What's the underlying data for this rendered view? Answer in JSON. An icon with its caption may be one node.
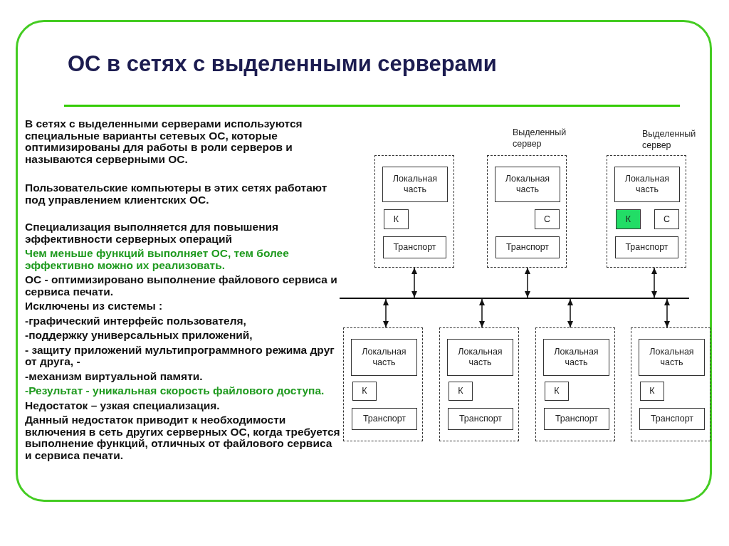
{
  "diagram": {
    "title": "ОС в сетях с выделенными серверами",
    "nodes": [
      {
        "text": [],
        "shape": "box"
      },
      {
        "text": [
          "Локальная часть"
        ],
        "in": 0
      },
      {
        "text": [
          "К"
        ],
        "in": 0
      },
      {
        "text": [
          "Транспорт"
        ],
        "in": 0
      },
      {
        "text": [],
        "shape": "box",
        "beside": [
          "Выделенный сервер"
        ]
      },
      {
        "text": [
          "Локальная часть"
        ],
        "in": 4
      },
      {
        "text": [
          "С"
        ],
        "in": 4
      },
      {
        "text": [
          "Транспорт"
        ],
        "in": 4
      },
      {
        "text": [],
        "shape": "box",
        "beside": [
          "Выделенный сервер"
        ]
      },
      {
        "text": [
          "Локальная часть"
        ],
        "in": 8
      },
      {
        "text": [
          "К"
        ],
        "in": 8
      },
      {
        "text": [
          "С"
        ],
        "in": 8
      },
      {
        "text": [
          "Транспорт"
        ],
        "in": 8
      },
      {
        "text": [],
        "shape": "bar"
      },
      {
        "text": [],
        "shape": "box"
      },
      {
        "text": [
          "Локальная часть"
        ],
        "in": 14
      },
      {
        "text": [
          "К"
        ],
        "in": 14
      },
      {
        "text": [
          "Транспорт"
        ],
        "in": 14
      },
      {
        "text": [],
        "shape": "box"
      },
      {
        "text": [
          "Локальная часть"
        ],
        "in": 18
      },
      {
        "text": [
          "К"
        ],
        "in": 18
      },
      {
        "text": [
          "Транспорт"
        ],
        "in": 18
      },
      {
        "text": [],
        "shape": "box"
      },
      {
        "text": [
          "Локальная часть"
        ],
        "in": 22
      },
      {
        "text": [
          "К"
        ],
        "in": 22
      },
      {
        "text": [
          "Транспорт"
        ],
        "in": 22
      },
      {
        "text": [],
        "shape": "box"
      },
      {
        "text": [
          "Локальная часть"
        ],
        "in": 26
      },
      {
        "text": [
          "К"
        ],
        "in": 26
      },
      {
        "text": [
          "Транспорт"
        ],
        "in": 26
      }
    ],
    "edges": [
      {
        "from": 0,
        "to": 13,
        "arrow": "both"
      },
      {
        "from": 4,
        "to": 13,
        "arrow": "both"
      },
      {
        "from": 8,
        "to": 13,
        "arrow": "both"
      },
      {
        "from": 13,
        "to": 14,
        "arrow": "both"
      },
      {
        "from": 13,
        "to": 18,
        "arrow": "both"
      },
      {
        "from": 13,
        "to": 22,
        "arrow": "both"
      },
      {
        "from": 13,
        "to": 26,
        "arrow": "both"
      }
    ],
    "labels": [
      "В сетях с выделенными серверами используются специальные варианты сетевых ОС, которые оптимизированы для работы в роли серверов и называются серверными ОС.",
      "Пользовательские компьютеры в этих сетях работают под управлением клиентских ОС.",
      "Специализация выполняется для повышения эффективности серверных операций",
      "Чем меньше функций выполняет ОС, тем более эффективно можно их реализовать.",
      "ОС - оптимизировано выполнение файлового сервиса и сервиса печати.",
      "Исключены из системы :",
      "-графический интерфейс пользователя,",
      "-поддержку универсальных приложений,",
      "- защиту приложений мультипрограммного режима друг от друга, -",
      "-механизм виртуальной памяти.",
      "-Результат - уникальная скорость файлового доступа.",
      "Недостаток – узкая специализация.",
      "Данный недостаток приводит к необходимости включения в сеть других серверных ОС, когда требуется выполнение функций, отличных от файлового сервиса и сервиса печати."
    ]
  }
}
